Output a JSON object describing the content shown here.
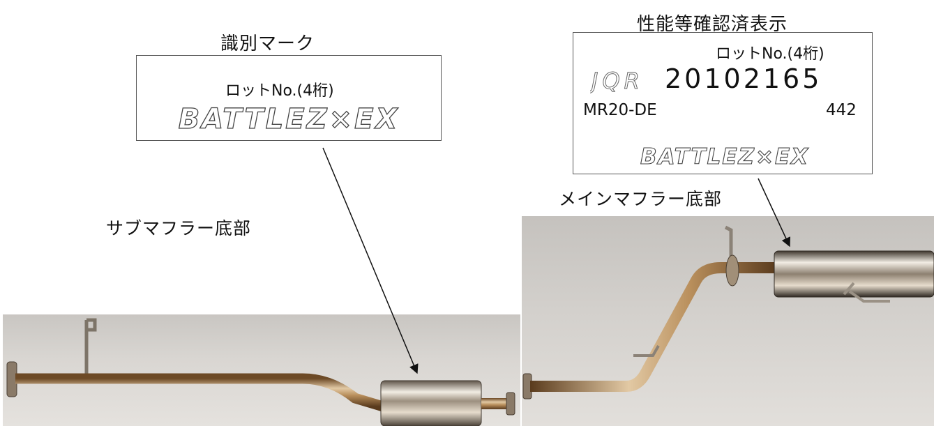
{
  "left_label": {
    "heading": "識別マーク",
    "lot_label": "ロットNo.(4桁)",
    "brand": "BATTLEZ×EX"
  },
  "right_label": {
    "heading": "性能等確認済表示",
    "lot_label": "ロットNo.(4桁)",
    "jqr_mark": "JQR",
    "serial": "20102165",
    "engine": "MR20-DE",
    "code": "442",
    "brand": "BATTLEZ×EX"
  },
  "callouts": {
    "sub_muffler": "サブマフラー底部",
    "main_muffler": "メインマフラー底部"
  },
  "colors": {
    "pipe_light": "#e2c9a4",
    "pipe_mid": "#b98f5c",
    "pipe_dark": "#6d4a26",
    "chrome_light": "#f2ede4",
    "chrome_dark": "#5f554a"
  }
}
